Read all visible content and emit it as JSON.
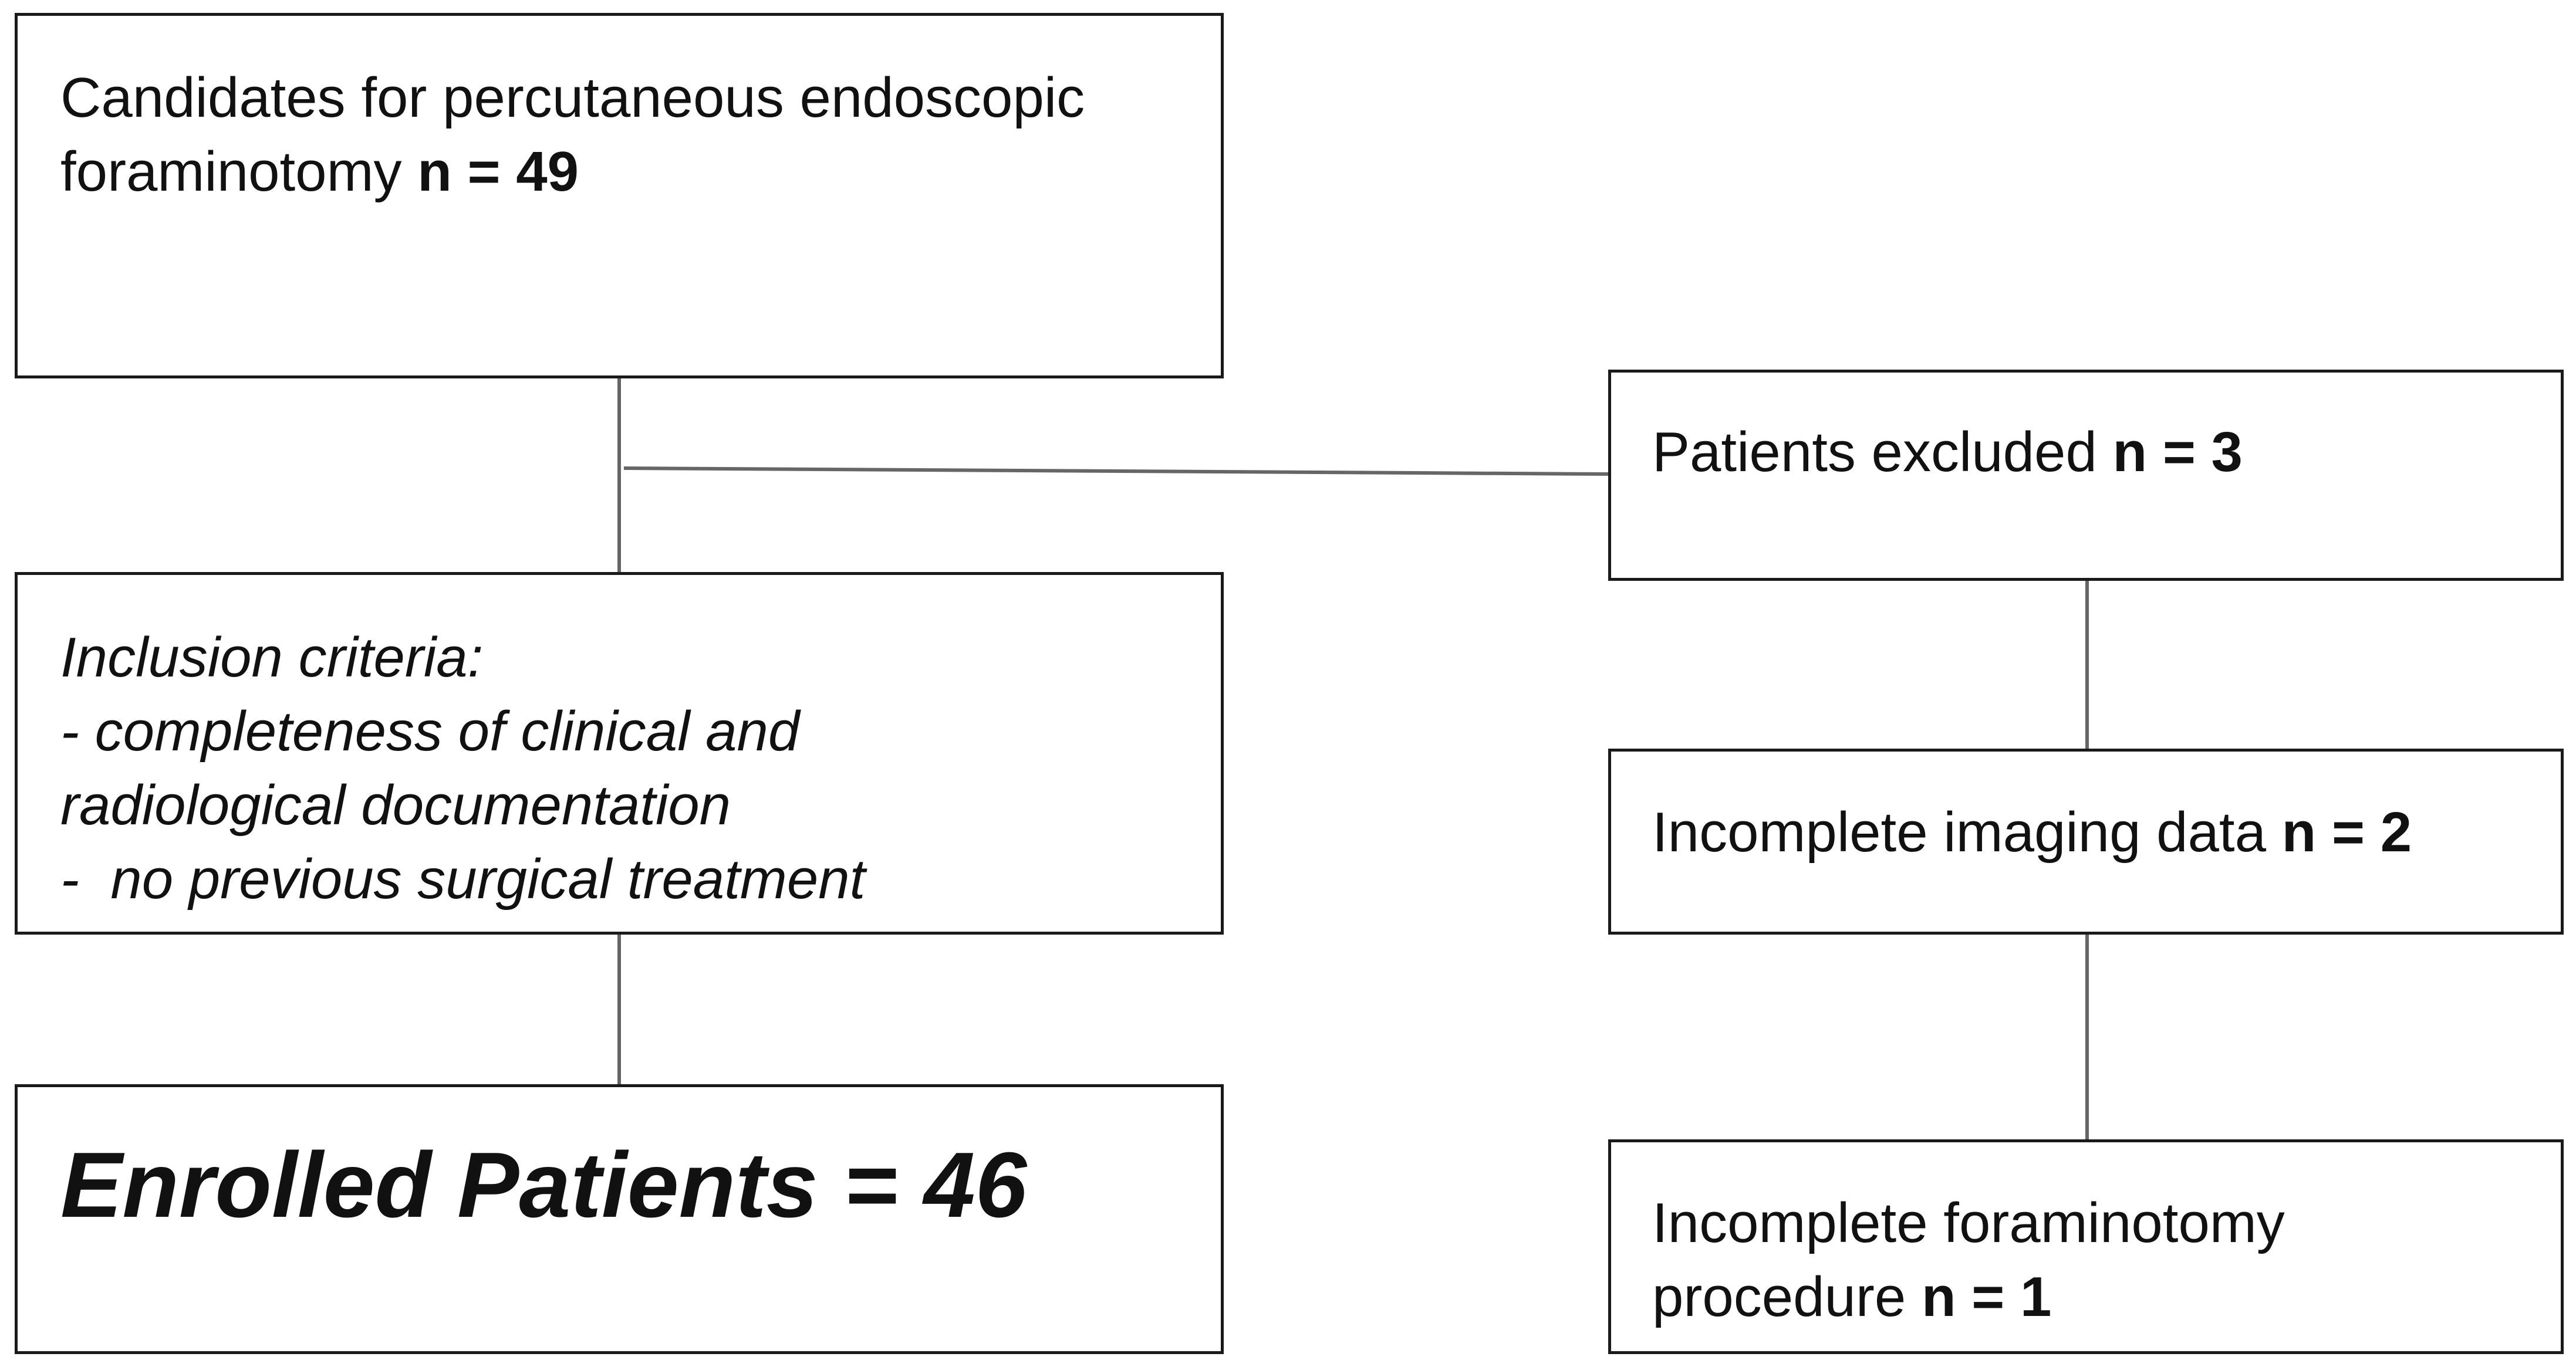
{
  "boxes": {
    "candidates": {
      "line1": "Candidates for percutaneous endoscopic",
      "line2_text": "foraminotomy ",
      "count": "n = 49"
    },
    "inclusion": {
      "heading": "Inclusion criteria:",
      "criteria": [
        "- completeness of clinical and",
        "radiological documentation",
        "-  no previous surgical treatment"
      ]
    },
    "enrolled": {
      "text": "Enrolled Patients = 46"
    },
    "excluded": {
      "text": "Patients excluded ",
      "count": "n = 3"
    },
    "imaging": {
      "text": "Incomplete imaging data ",
      "count": "n = 2"
    },
    "procedure": {
      "line1": "Incomplete foraminotomy",
      "line2_text": "procedure ",
      "count": "n = 1"
    }
  }
}
